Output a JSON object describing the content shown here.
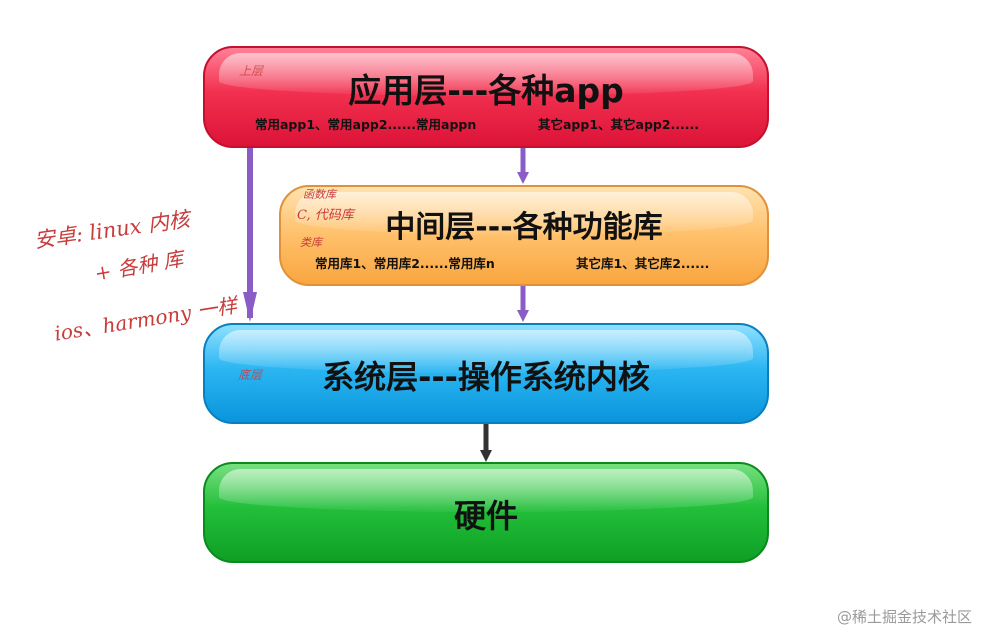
{
  "layers": {
    "app": {
      "title": "应用层---各种app",
      "sub1": "常用app1、常用app2......常用appn",
      "sub2": "其它app1、其它app2......",
      "color": "#f2304f"
    },
    "middle": {
      "title": "中间层---各种功能库",
      "sub1": "常用库1、常用库2......常用库n",
      "sub2": "其它库1、其它库2......",
      "color": "#ffc06a"
    },
    "system": {
      "title": "系统层---操作系统内核",
      "color": "#2bb6f2"
    },
    "hardware": {
      "title": "硬件",
      "color": "#22bf3a"
    }
  },
  "handwritten": {
    "top_note": "上层",
    "mid_note1": "函数库",
    "mid_note2": "C, 代码库",
    "mid_note3": "类库",
    "sys_note": "底层",
    "left_line1": "安卓: linux 内核",
    "left_line2": "+ 各种 库",
    "left_line3": "ios、harmony 一样"
  },
  "watermark": "@稀土掘金技术社区",
  "arrow_colors": {
    "purple": "#8a5cc6",
    "dark": "#333333"
  }
}
